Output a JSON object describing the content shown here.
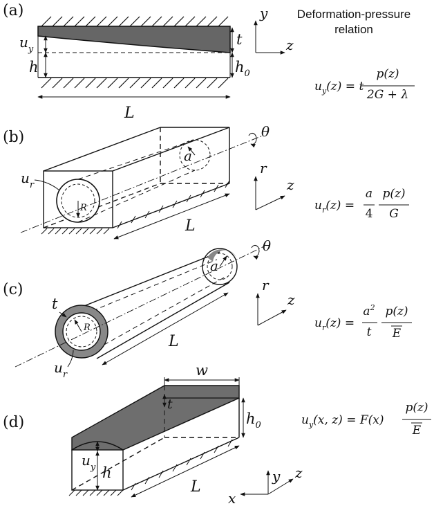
{
  "header": {
    "line1": "Deformation-pressure",
    "line2": "relation"
  },
  "panels": {
    "a": {
      "tag": "(a)",
      "labels": {
        "uy": "u",
        "uy_sub": "y",
        "h": "h",
        "t": "t",
        "h0": "h",
        "h0_sub": "0",
        "L": "L"
      },
      "axes": {
        "y": "y",
        "z": "z"
      },
      "equation": {
        "lhs": "u",
        "lhs_sub": "y",
        "arg": "(z) = t",
        "num": "p(z)",
        "den": "2G + λ"
      }
    },
    "b": {
      "tag": "(b)",
      "labels": {
        "ur": "u",
        "ur_sub": "r",
        "R": "R",
        "a": "a",
        "L": "L",
        "theta": "θ"
      },
      "axes": {
        "r": "r",
        "z": "z"
      },
      "equation": {
        "lhs": "u",
        "lhs_sub": "r",
        "arg": "(z) =",
        "num1": "a",
        "den1": "4",
        "num2": "p(z)",
        "den2": "G"
      }
    },
    "c": {
      "tag": "(c)",
      "labels": {
        "t": "t",
        "ur": "u",
        "ur_sub": "r",
        "R": "R",
        "a": "a",
        "L": "L",
        "theta": "θ"
      },
      "axes": {
        "r": "r",
        "z": "z"
      },
      "equation": {
        "lhs": "u",
        "lhs_sub": "r",
        "arg": "(z) =",
        "num1": "a",
        "num1_sup": "2",
        "den1": "t",
        "num2": "p(z)",
        "den2": "E"
      }
    },
    "d": {
      "tag": "(d)",
      "labels": {
        "w": "w",
        "t": "t",
        "h0": "h",
        "h0_sub": "0",
        "uy": "u",
        "uy_sub": "y",
        "h": "h",
        "L": "L"
      },
      "axes": {
        "y": "y",
        "z": "z",
        "x": "x"
      },
      "equation": {
        "lhs": "u",
        "lhs_sub": "y",
        "arg": "(x, z) = F(x)",
        "num": "p(z)",
        "den": "E"
      }
    }
  }
}
